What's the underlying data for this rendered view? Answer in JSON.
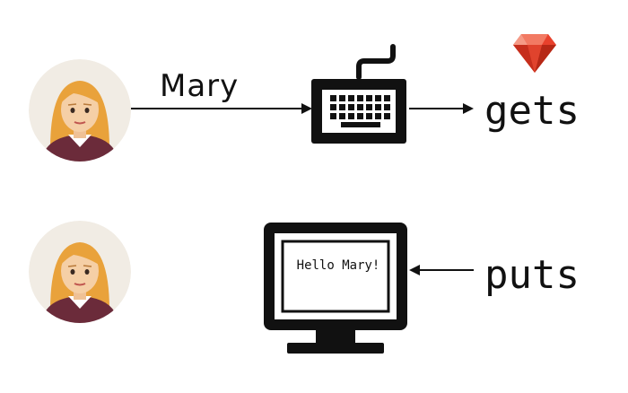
{
  "arrow_label": "Mary",
  "method_input": "gets",
  "method_output": "puts",
  "screen_text": "Hello Mary!",
  "icons": {
    "user_top": "woman-avatar-icon",
    "keyboard": "keyboard-icon",
    "ruby": "ruby-gem-icon",
    "user_bottom": "woman-avatar-icon",
    "monitor": "monitor-icon"
  },
  "colors": {
    "line": "#111111",
    "avatar_bg": "#f1ece4",
    "hair": "#e9a23b",
    "skin": "#f5cfa6",
    "sweater": "#6b2b3a",
    "ruby": "#e8412c"
  }
}
